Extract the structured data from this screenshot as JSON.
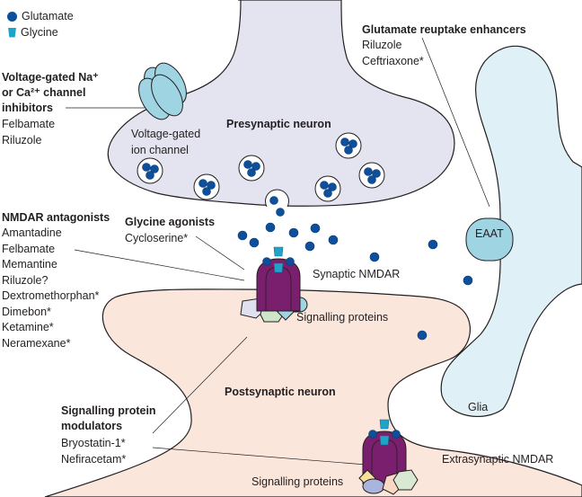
{
  "colors": {
    "presynaptic_fill": "#e4e4f1",
    "postsynaptic_fill": "#fbe6dc",
    "glia_fill": "#dff0f6",
    "eaat_fill": "#9fd4e3",
    "ion_channel_fill": "#9fd4e3",
    "glutamate": "#0d4f9a",
    "glycine": "#1fa3c9",
    "nmdar": "#7a1f6e",
    "outline": "#231f20"
  },
  "legend": [
    {
      "icon": "glutamate-dot",
      "label": "Glutamate"
    },
    {
      "icon": "glycine-cup",
      "label": "Glycine"
    }
  ],
  "cells": {
    "presynaptic": "Presynaptic neuron",
    "postsynaptic": "Postsynaptic neuron",
    "glia": "Glia",
    "eaat": "EAAT"
  },
  "structures": {
    "ion_channel": [
      "Voltage-gated",
      "ion channel"
    ],
    "synaptic_nmdar": "Synaptic NMDAR",
    "extrasynaptic_nmdar": "Extrasynaptic NMDAR",
    "signalling_proteins_top": "Signalling proteins",
    "signalling_proteins_bottom": "Signalling proteins"
  },
  "drug_groups": {
    "channel_inhibitors": {
      "title_lines": [
        "Voltage-gated Na⁺",
        "or Ca²⁺ channel",
        "inhibitors"
      ],
      "drugs": [
        "Felbamate",
        "Riluzole"
      ]
    },
    "reuptake_enhancers": {
      "title": "Glutamate reuptake enhancers",
      "drugs": [
        "Riluzole",
        "Ceftriaxone*"
      ]
    },
    "nmdar_antagonists": {
      "title": "NMDAR antagonists",
      "drugs": [
        "Amantadine",
        "Felbamate",
        "Memantine",
        "Riluzole?",
        "Dextromethorphan*",
        "Dimebon*",
        "Ketamine*",
        "Neramexane*"
      ]
    },
    "glycine_agonists": {
      "title": "Glycine agonists",
      "drugs": [
        "Cycloserine*"
      ]
    },
    "signalling_modulators": {
      "title_lines": [
        "Signalling protein",
        "modulators"
      ],
      "drugs": [
        "Bryostatin-1*",
        "Nefiracetam*"
      ]
    }
  }
}
